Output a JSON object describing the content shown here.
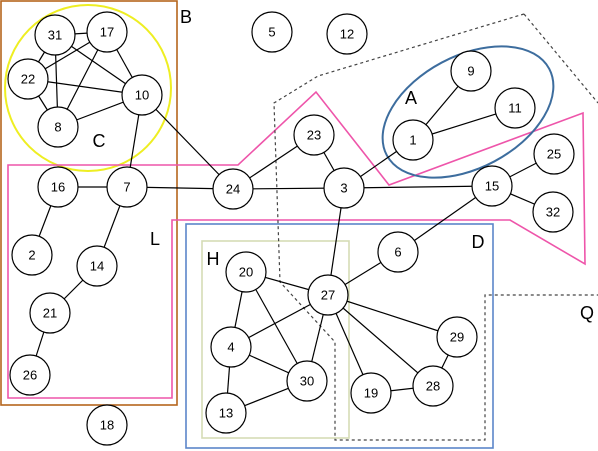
{
  "nodes": [
    {
      "id": "31",
      "label": "31"
    },
    {
      "id": "17",
      "label": "17"
    },
    {
      "id": "22",
      "label": "22"
    },
    {
      "id": "10",
      "label": "10"
    },
    {
      "id": "8",
      "label": "8"
    },
    {
      "id": "5",
      "label": "5"
    },
    {
      "id": "12",
      "label": "12"
    },
    {
      "id": "9",
      "label": "9"
    },
    {
      "id": "11",
      "label": "11"
    },
    {
      "id": "1",
      "label": "1"
    },
    {
      "id": "23",
      "label": "23"
    },
    {
      "id": "24",
      "label": "24"
    },
    {
      "id": "3",
      "label": "3"
    },
    {
      "id": "15",
      "label": "15"
    },
    {
      "id": "25",
      "label": "25"
    },
    {
      "id": "32",
      "label": "32"
    },
    {
      "id": "16",
      "label": "16"
    },
    {
      "id": "7",
      "label": "7"
    },
    {
      "id": "2",
      "label": "2"
    },
    {
      "id": "14",
      "label": "14"
    },
    {
      "id": "21",
      "label": "21"
    },
    {
      "id": "26",
      "label": "26"
    },
    {
      "id": "18",
      "label": "18"
    },
    {
      "id": "6",
      "label": "6"
    },
    {
      "id": "20",
      "label": "20"
    },
    {
      "id": "27",
      "label": "27"
    },
    {
      "id": "4",
      "label": "4"
    },
    {
      "id": "30",
      "label": "30"
    },
    {
      "id": "13",
      "label": "13"
    },
    {
      "id": "19",
      "label": "19"
    },
    {
      "id": "28",
      "label": "28"
    },
    {
      "id": "29",
      "label": "29"
    }
  ],
  "edges": [
    [
      "31",
      "17"
    ],
    [
      "31",
      "22"
    ],
    [
      "31",
      "8"
    ],
    [
      "31",
      "10"
    ],
    [
      "17",
      "22"
    ],
    [
      "17",
      "8"
    ],
    [
      "17",
      "10"
    ],
    [
      "22",
      "8"
    ],
    [
      "22",
      "10"
    ],
    [
      "8",
      "10"
    ],
    [
      "10",
      "7"
    ],
    [
      "10",
      "24"
    ],
    [
      "9",
      "1"
    ],
    [
      "11",
      "1"
    ],
    [
      "1",
      "3"
    ],
    [
      "23",
      "24"
    ],
    [
      "23",
      "3"
    ],
    [
      "24",
      "3"
    ],
    [
      "24",
      "7"
    ],
    [
      "3",
      "15"
    ],
    [
      "3",
      "27"
    ],
    [
      "15",
      "25"
    ],
    [
      "15",
      "32"
    ],
    [
      "15",
      "6"
    ],
    [
      "16",
      "7"
    ],
    [
      "16",
      "2"
    ],
    [
      "7",
      "14"
    ],
    [
      "14",
      "21"
    ],
    [
      "21",
      "26"
    ],
    [
      "6",
      "27"
    ],
    [
      "20",
      "27"
    ],
    [
      "20",
      "4"
    ],
    [
      "20",
      "30"
    ],
    [
      "27",
      "4"
    ],
    [
      "27",
      "30"
    ],
    [
      "27",
      "19"
    ],
    [
      "27",
      "28"
    ],
    [
      "27",
      "29"
    ],
    [
      "4",
      "30"
    ],
    [
      "4",
      "13"
    ],
    [
      "30",
      "13"
    ],
    [
      "19",
      "28"
    ],
    [
      "28",
      "29"
    ]
  ],
  "regions": [
    {
      "id": "A",
      "label": "A",
      "color": "#3d6d9e"
    },
    {
      "id": "B",
      "label": "B",
      "color": "#b5651d"
    },
    {
      "id": "C",
      "label": "C",
      "color": "#eeee22"
    },
    {
      "id": "L",
      "label": "L",
      "color": "#ee55aa"
    },
    {
      "id": "D",
      "label": "D",
      "color": "#5b85c9"
    },
    {
      "id": "H",
      "label": "H",
      "color": "#d5dcb5"
    },
    {
      "id": "Q",
      "label": "Q",
      "color": "#444444"
    }
  ]
}
